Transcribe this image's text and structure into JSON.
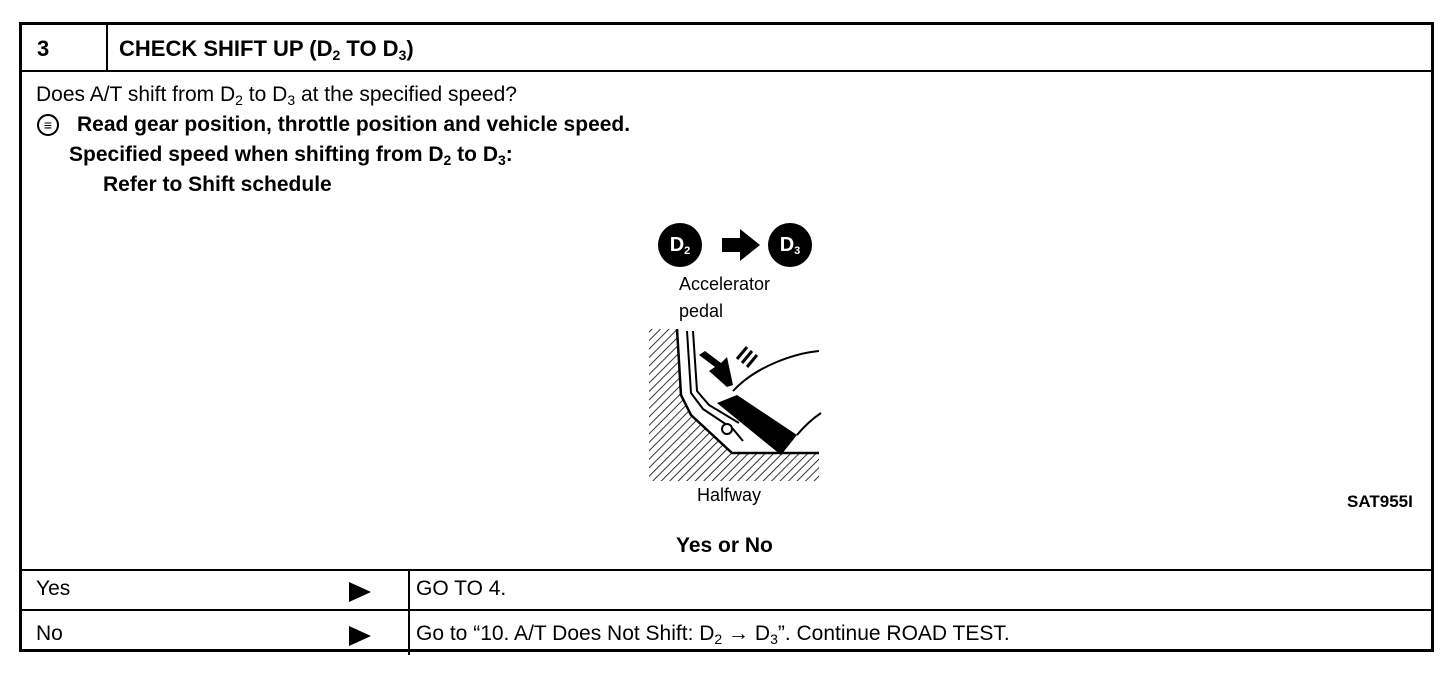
{
  "header": {
    "step_number": "3",
    "title_prefix": "CHECK SHIFT UP (D",
    "title_sub1": "2",
    "title_mid": " TO D",
    "title_sub2": "3",
    "title_suffix": ")"
  },
  "body": {
    "question_a": "Does A/T shift from D",
    "question_sub1": "2",
    "question_b": " to D",
    "question_sub2": "3",
    "question_c": " at the specified speed?",
    "instruction": "Read gear position, throttle position and vehicle speed.",
    "spec_a": "Specified speed when shifting from D",
    "spec_sub1": "2",
    "spec_b": " to D",
    "spec_sub2": "3",
    "spec_c": ":",
    "refer": "Refer to Shift schedule"
  },
  "figure": {
    "badge1_letter": "D",
    "badge1_sub": "2",
    "badge2_letter": "D",
    "badge2_sub": "3",
    "label_accel_1": "Accelerator",
    "label_accel_2": "pedal",
    "label_halfway": "Halfway",
    "figure_code": "SAT955I"
  },
  "decision_label": "Yes or No",
  "rows": [
    {
      "answer": "Yes",
      "action": "GO TO 4."
    },
    {
      "answer": "No",
      "action_a": "Go to “10. A/T Does Not Shift: D",
      "action_sub1": "2",
      "action_b": " → D",
      "action_sub2": "3",
      "action_c": "”. Continue ROAD TEST."
    }
  ]
}
